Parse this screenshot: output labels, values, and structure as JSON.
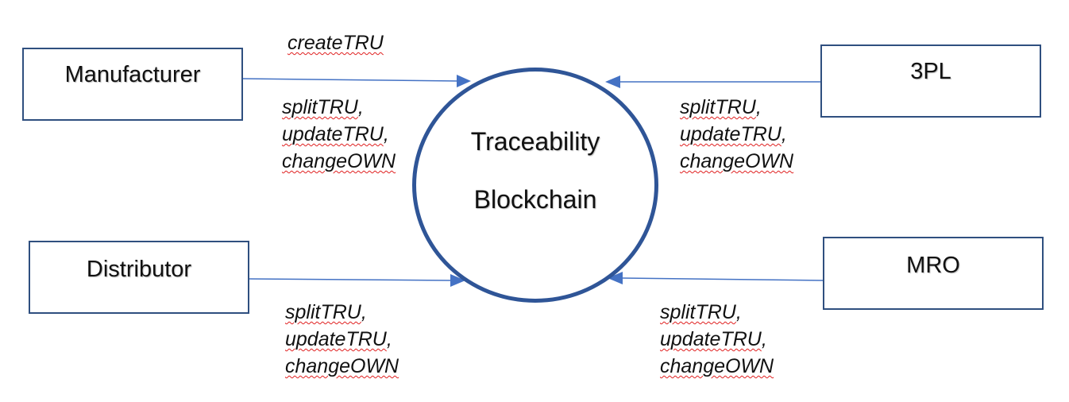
{
  "center": {
    "line1": "Traceability",
    "line2": "Blockchain"
  },
  "actors": {
    "manufacturer": "Manufacturer",
    "tpl": "3PL",
    "distributor": "Distributor",
    "mro": "MRO"
  },
  "labels": {
    "manufacturer_top": "createTRU",
    "manufacturer": {
      "l1": "splitTRU",
      "l1_sep": ",",
      "l2": "updateTRU",
      "l2_sep": ",",
      "l3": "changeOWN"
    },
    "tpl": {
      "l1": "splitTRU",
      "l1_sep": ",",
      "l2": "updateTRU",
      "l2_sep": ",",
      "l3": "changeOWN"
    },
    "distributor": {
      "l1": "splitTRU",
      "l1_sep": ",",
      "l2": "updateTRU",
      "l2_sep": ",",
      "l3": "changeOWN"
    },
    "mro": {
      "l1": "splitTRU",
      "l1_sep": ",",
      "l2": "updateTRU",
      "l2_sep": ",",
      "l3": "changeOWN"
    }
  },
  "colors": {
    "box_border": "#2f4f7f",
    "circle_border": "#2f5597",
    "arrow": "#4472c4",
    "spellcheck": "#e02020"
  }
}
